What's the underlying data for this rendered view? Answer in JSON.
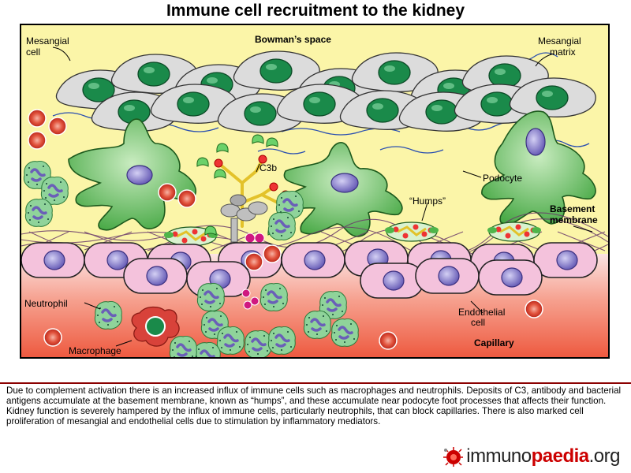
{
  "title": "Immune cell recruitment to the kidney",
  "diagram": {
    "labels": {
      "mesangial_cell": [
        "Mesangial",
        "cell"
      ],
      "bowmans_space": "Bowman’s space",
      "mesangial_matrix": [
        "Mesangial",
        "matrix"
      ],
      "c3b": "C3b",
      "podocyte": "Podocyte",
      "humps": "“Humps”",
      "basement_membrane": [
        "Basement",
        "membrane"
      ],
      "neutrophil": "Neutrophil",
      "macrophage": "Macrophage",
      "endothelial_cell": [
        "Endothelial",
        "cell"
      ],
      "capillary": "Capillary"
    },
    "colors": {
      "bowmans_space": "#fbf5a8",
      "capillary": "#f06a4f",
      "mesangial_cytoplasm": "#dcdcdc",
      "nucleus_green": "#1a8a4a",
      "podocyte": "#4fb54a",
      "endothelial": "#f4c2dc",
      "endothelial_nucleus": "#7a6fc4",
      "neutrophil": "#8fd39a",
      "rbc": "#d93a2a",
      "macrophage": "#d8423a",
      "complement": "#e3c22a"
    }
  },
  "caption": "Due to complement activation there is an increased influx of immune cells such as macrophages and neutrophils. Deposits of C3, antibody and bacterial antigens accumulate at the basement membrane, known as “humps”, and these accumulate near podocyte foot processes that affects their function. Kidney function is severely hampered by the influx of immune cells, particularly neutrophils, that can block capillaries. There is also marked cell proliferation of mesangial and endothelial cells due to stimulation by inflammatory mediators.",
  "logo": {
    "part1": "immuno",
    "part2": "paedia",
    "part3": ".org"
  }
}
